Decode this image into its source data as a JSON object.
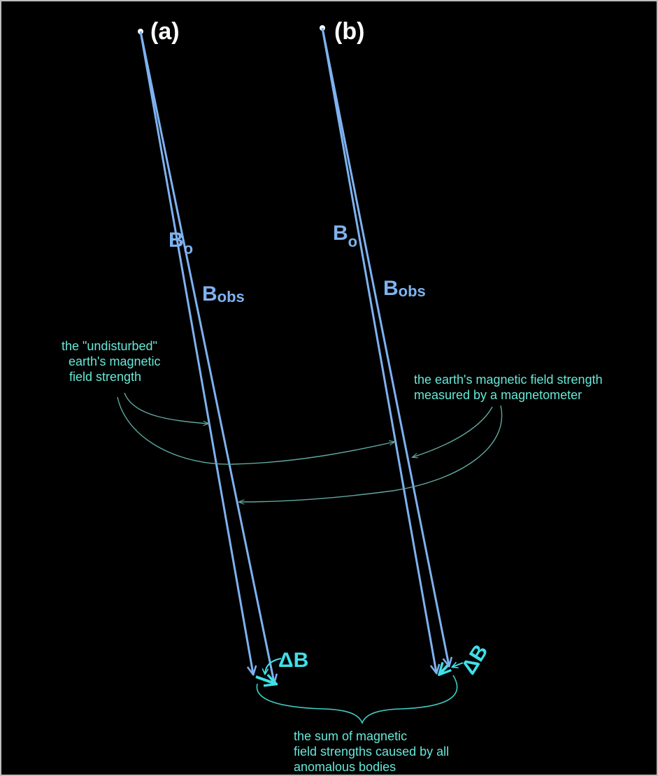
{
  "panels": [
    {
      "label": "(a)",
      "b0_main": "B",
      "b0_sub": "o",
      "bobs_main": "B",
      "bobs_sub": "obs",
      "delta": "ΔB"
    },
    {
      "label": "(b)",
      "b0_main": "B",
      "b0_sub": "o",
      "bobs_main": "B",
      "bobs_sub": "obs",
      "delta": "ΔB"
    }
  ],
  "annotations": {
    "undisturbed": [
      "the \"undisturbed\"",
      "earth's magnetic",
      "field strength"
    ],
    "measured": [
      "the earth's magnetic field strength",
      "measured by a magnetometer"
    ],
    "anomalous": [
      "the sum of magnetic",
      "field strengths caused by all",
      "anomalous bodies"
    ]
  },
  "colors": {
    "background": "#000000",
    "vector": "#7fb2f0",
    "delta_vector": "#3fe0e8",
    "annotation_text": "#66e8d8",
    "annotation_arrow": "#5fa8a0",
    "panel_label": "#ffffff"
  }
}
